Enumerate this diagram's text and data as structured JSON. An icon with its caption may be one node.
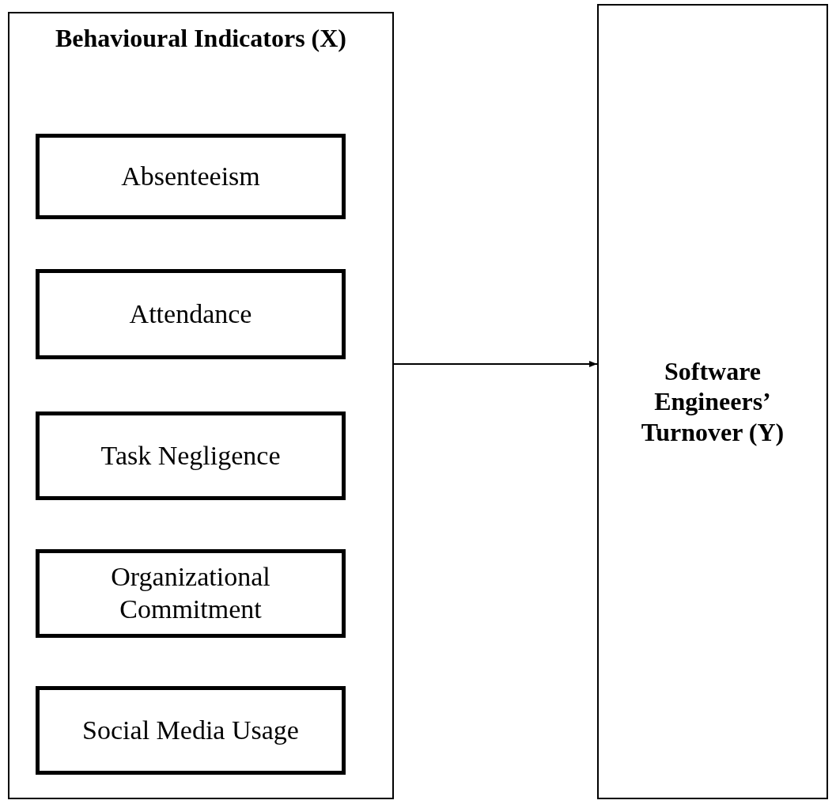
{
  "diagram": {
    "nodes": [
      {
        "text": [
          "Behavioural Indicators (X)"
        ]
      },
      {
        "text": [
          "Absenteeism"
        ],
        "in": 0
      },
      {
        "text": [
          "Attendance"
        ],
        "in": 0
      },
      {
        "text": [
          "Task Negligence"
        ],
        "in": 0
      },
      {
        "text": [
          "Organizational Commitment"
        ],
        "in": 0
      },
      {
        "text": [
          "Social Media Usage"
        ],
        "in": 0
      },
      {
        "text": [
          "Software Engineers’ Turnover (Y)"
        ]
      }
    ],
    "edges": [
      {
        "from": 0,
        "to": 6,
        "arrow": "to"
      }
    ]
  }
}
